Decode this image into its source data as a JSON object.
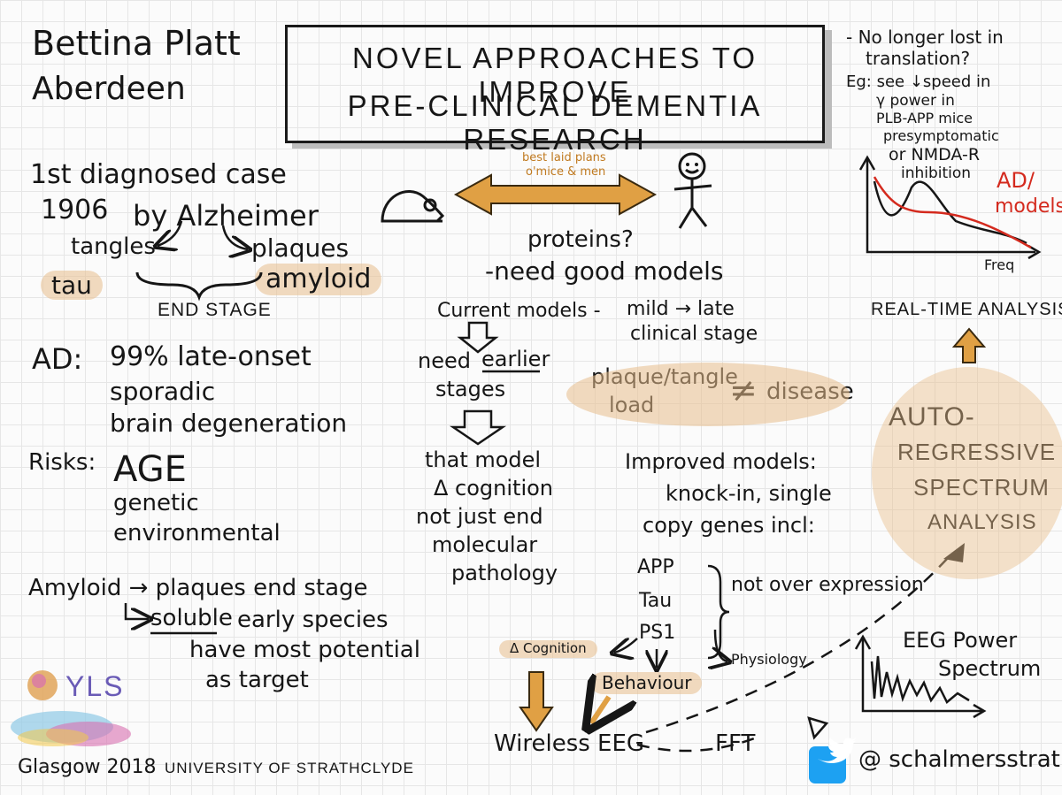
{
  "speaker": {
    "name": "Bettina Platt",
    "place": "Aberdeen"
  },
  "title": {
    "line1": "NOVEL APPROACHES TO IMPROVE",
    "line2": "PRE-CLINICAL DEMENTIA RESEARCH"
  },
  "history": {
    "line1": "1st diagnosed case",
    "year": "1906",
    "by": "by Alzheimer",
    "tangles": "tangles",
    "plaques": "plaques",
    "tau": "tau",
    "amyloid": "amyloid",
    "end_stage": "END STAGE"
  },
  "ad": {
    "label": "AD:",
    "late_onset": "99% late-onset",
    "sporadic": "sporadic",
    "degeneration": "brain degeneration"
  },
  "risks": {
    "label": "Risks:",
    "age": "AGE",
    "genetic": "genetic",
    "environmental": "environmental"
  },
  "amyloid_note": {
    "line1": "Amyloid → plaques end stage",
    "soluble": "soluble",
    "early": "early species",
    "line3": "have most potential",
    "line4": "as target"
  },
  "models": {
    "best_laid_1": "best laid plans",
    "best_laid_2": "o'mice & men",
    "proteins": "proteins?",
    "need_good": "-need good models",
    "current": "Current models -",
    "mild_late": "mild → late",
    "clinical": "clinical stage",
    "need_earlier_1": "need",
    "need_earlier_2": "earlier",
    "stages": "stages",
    "that_model": "that model",
    "cognition": "Δ cognition",
    "not_just": "not just end",
    "molecular": "molecular",
    "pathology": "pathology",
    "plaque_tangle": "plaque/tangle",
    "load": "load",
    "neq": "≠",
    "disease": "disease",
    "improved": "Improved models:",
    "knockin": "knock-in, single",
    "copy": "copy genes incl:",
    "app": "APP",
    "tau": "Tau",
    "ps1": "PS1",
    "not_over": "not over expression",
    "cognition_small": "Δ Cognition",
    "physiology": "Physiology",
    "behaviour": "Behaviour",
    "wireless": "Wireless EEG",
    "fft": "FFT"
  },
  "right": {
    "no_longer": "- No longer lost in",
    "translation": "translation?",
    "eg1": "Eg: see ↓speed in",
    "eg2": "γ power in",
    "eg3": "PLB-APP mice",
    "eg4": "presymptomatic",
    "eg5": "or NMDA-R",
    "eg6": "inhibition",
    "ad_models_1": "AD/",
    "ad_models_2": "models",
    "freq": "Freq",
    "real_time": "REAL-TIME ANALYSIS",
    "auto_1": "AUTO-",
    "auto_2": "REGRESSIVE",
    "auto_3": "SPECTRUM",
    "auto_4": "ANALYSIS",
    "eeg_1": "EEG Power",
    "eeg_2": "Spectrum"
  },
  "footer": {
    "yls": "YLS",
    "glasgow": "Glasgow 2018",
    "university": "UNIVERSITY OF STRATHCLYDE",
    "handle": "@ schalmersstrath"
  },
  "colors": {
    "ink": "#161616",
    "highlight": "#e8be8c",
    "arrow": "#e0a044",
    "red": "#d42a1e",
    "twitter": "#1da1f2"
  }
}
